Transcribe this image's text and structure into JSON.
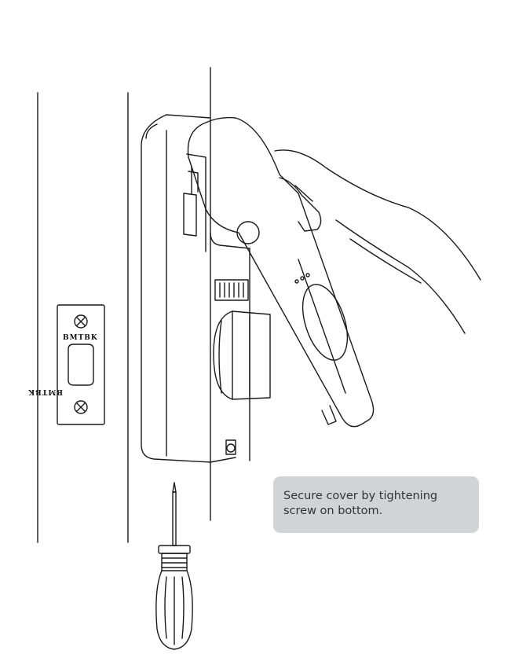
{
  "callout": {
    "text": "Secure cover by tightening\nscrew on bottom."
  },
  "strike_plate": {
    "top_label": "BMTBK",
    "bottom_label": "BMTBK"
  },
  "colors": {
    "line": "#1a1a1a",
    "callout_bg": "#d2d3d5",
    "callout_text": "#333333"
  }
}
